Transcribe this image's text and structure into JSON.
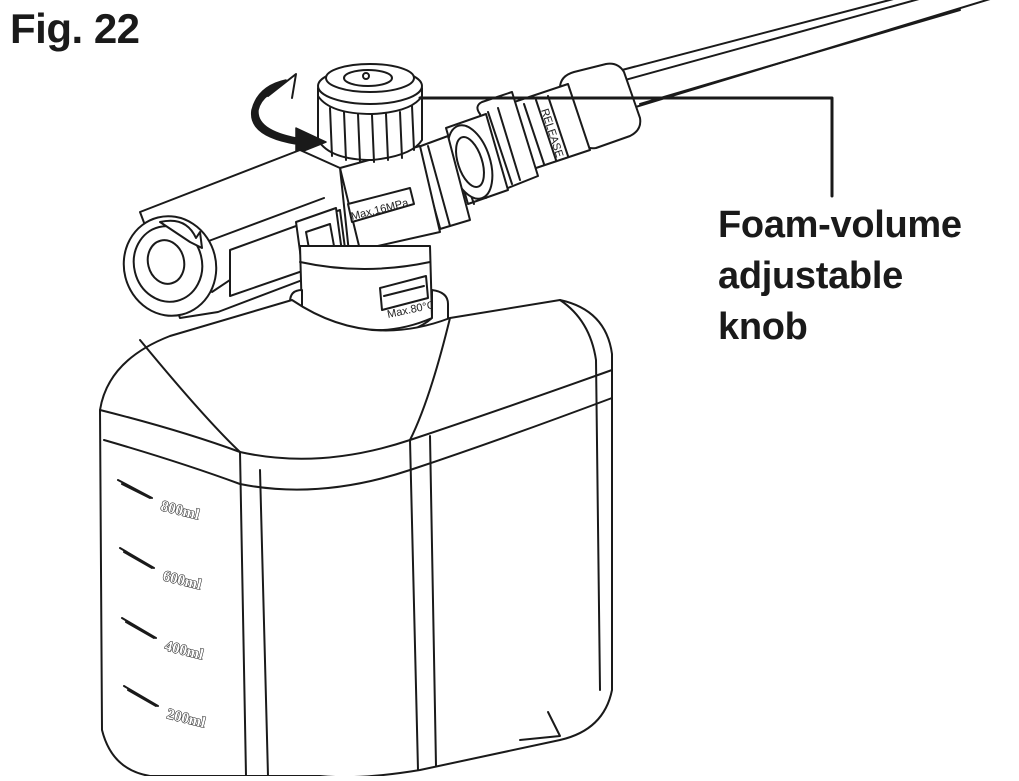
{
  "figure": {
    "title": "Fig. 22",
    "callout_lines": [
      "Foam-volume",
      "adjustable",
      "knob"
    ],
    "stamps": {
      "pressure": "Max.16MPa",
      "release": "RELEASE",
      "bottle_neck": "Max.80°C"
    },
    "scale_marks": [
      "800ml",
      "600ml",
      "400ml",
      "200ml"
    ],
    "colors": {
      "ink": "#1a1a1a",
      "paper": "#ffffff"
    },
    "icons": [
      "rotation-arrow-icon",
      "nozzle-rotation-arrow-icon"
    ]
  }
}
